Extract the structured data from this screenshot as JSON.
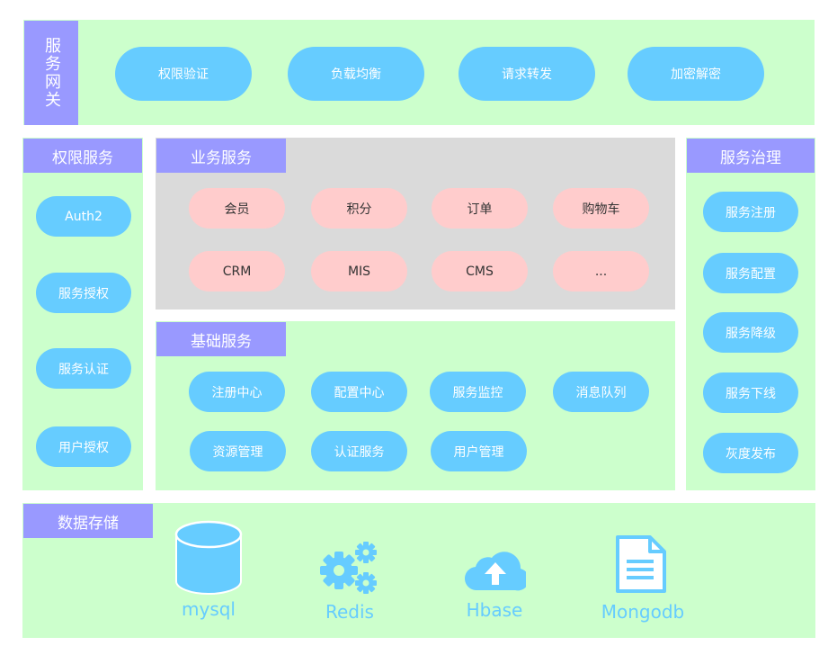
{
  "gateway": {
    "title": "服务网关",
    "items": [
      "权限验证",
      "负载均衡",
      "请求转发",
      "加密解密"
    ]
  },
  "auth": {
    "title": "权限服务",
    "items": [
      "Auth2",
      "服务授权",
      "服务认证",
      "用户授权"
    ]
  },
  "business": {
    "title": "业务服务",
    "items": [
      "会员",
      "积分",
      "订单",
      "购物车",
      "CRM",
      "MIS",
      "CMS",
      "..."
    ]
  },
  "basic": {
    "title": "基础服务",
    "items": [
      "注册中心",
      "配置中心",
      "服务监控",
      "消息队列",
      "资源管理",
      "认证服务",
      "用户管理"
    ]
  },
  "governance": {
    "title": "服务治理",
    "items": [
      "服务注册",
      "服务配置",
      "服务降级",
      "服务下线",
      "灰度发布"
    ]
  },
  "storage": {
    "title": "数据存储",
    "items": [
      {
        "label": "mysql",
        "icon": "database-icon"
      },
      {
        "label": "Redis",
        "icon": "gears-icon"
      },
      {
        "label": "Hbase",
        "icon": "cloud-upload-icon"
      },
      {
        "label": "Mongodb",
        "icon": "document-icon"
      }
    ]
  },
  "colors": {
    "panel": "#ccffcc",
    "business_panel": "#dadada",
    "tag": "#9999ff",
    "pill": "#66ccff",
    "pill_pink": "#ffcccc"
  }
}
